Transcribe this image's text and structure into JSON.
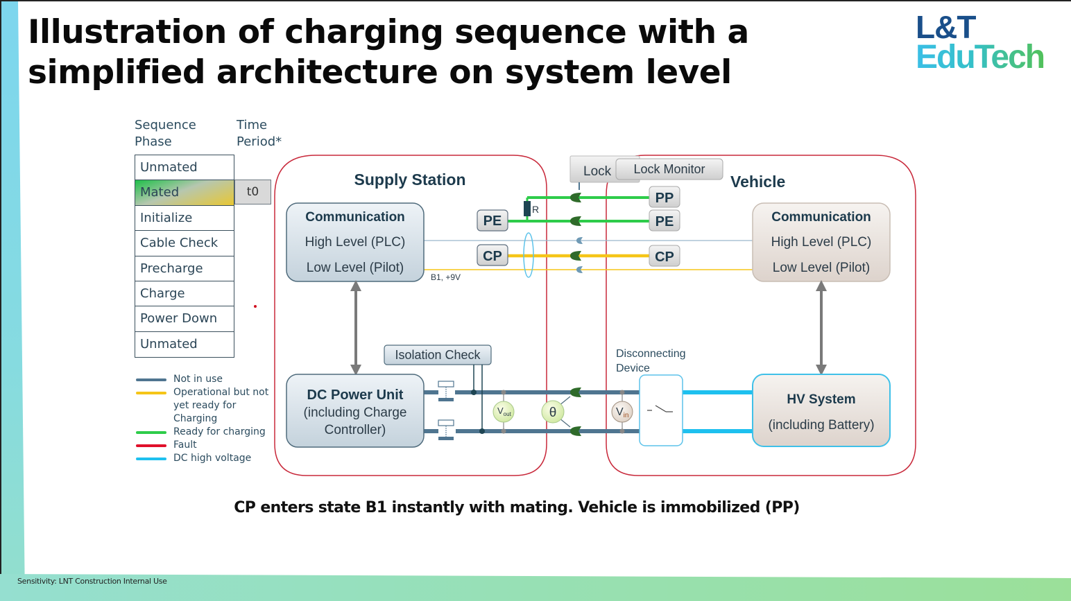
{
  "slide": {
    "title": "Illustration of charging sequence with a simplified architecture on system level",
    "logo": {
      "line1": "L&T",
      "line2": "EduTech"
    },
    "caption": "CP enters state B1 instantly with mating. Vehicle is immobilized (PP)",
    "footer": "Sensitivity: LNT Construction Internal Use"
  },
  "sequence": {
    "header_phase": [
      "Sequence",
      "Phase"
    ],
    "header_time": [
      "Time",
      "Period*"
    ],
    "phases": [
      {
        "label": "Unmated",
        "active": false
      },
      {
        "label": "Mated",
        "active": true
      },
      {
        "label": "Initialize",
        "active": false
      },
      {
        "label": "Cable Check",
        "active": false
      },
      {
        "label": "Precharge",
        "active": false
      },
      {
        "label": "Charge",
        "active": false
      },
      {
        "label": "Power Down",
        "active": false
      },
      {
        "label": "Unmated",
        "active": false
      }
    ],
    "active_time": "t0"
  },
  "legend": [
    {
      "label": "Not in use",
      "color": "#4f7590"
    },
    {
      "label": "Operational but not yet ready for Charging",
      "color": "#f5c518"
    },
    {
      "label": "Ready for charging",
      "color": "#2ecc4a"
    },
    {
      "label": "Fault",
      "color": "#e0102a"
    },
    {
      "label": "DC high voltage",
      "color": "#1ec0ef"
    }
  ],
  "diagram": {
    "supply_station": {
      "title": "Supply Station",
      "communication": {
        "title": "Communication",
        "high": "High Level (PLC)",
        "low": "Low Level (Pilot)"
      },
      "pilot_state": "B1, +9V",
      "dc_unit": {
        "line1": "DC Power Unit",
        "line2": "(including Charge",
        "line3": "Controller)"
      },
      "isolation_check": "Isolation Check",
      "pins": {
        "pe": "PE",
        "cp": "CP"
      },
      "resistor": "R",
      "vout": {
        "main": "V",
        "sub": "out"
      },
      "theta": "θ"
    },
    "lock": "Lock",
    "lock_monitor": "Lock Monitor",
    "vehicle": {
      "title": "Vehicle",
      "communication": {
        "title": "Communication",
        "high": "High Level (PLC)",
        "low": "Low Level (Pilot)"
      },
      "pins": {
        "pp": "PP",
        "pe": "PE",
        "cp": "CP"
      },
      "disconnecting_device": [
        "Disconnecting",
        "Device"
      ],
      "hv_system": {
        "line1": "HV System",
        "line2": "(including Battery)"
      },
      "vin": {
        "main": "V",
        "sub": "in"
      }
    },
    "colors": {
      "border_red": "#c8283a",
      "ready_green": "#2ecc4a",
      "operational_yellow": "#f5c518",
      "not_in_use": "#4f7590",
      "dc_hv": "#1ec0ef",
      "plc_line": "#9ab8cc",
      "connector_green": "#2f6b2a"
    }
  }
}
